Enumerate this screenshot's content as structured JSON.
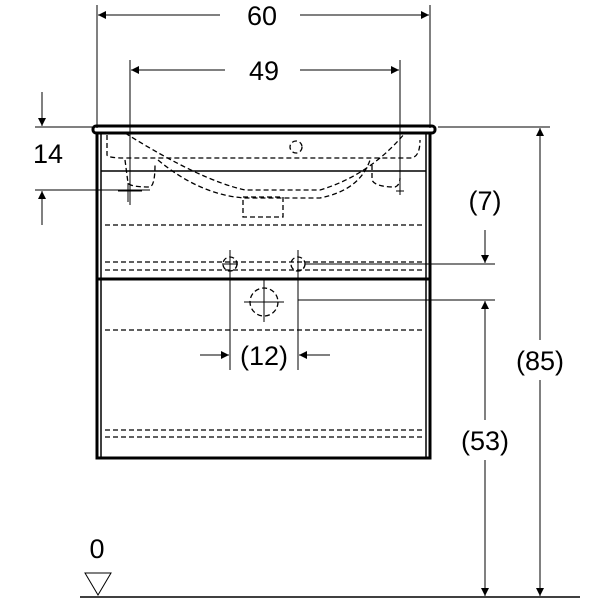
{
  "dimensions": {
    "overall_width": "60",
    "tap_spacing": "49",
    "basin_height": "14",
    "drain_offset": "(7)",
    "drain_spacing": "(12)",
    "total_height": "(85)",
    "drain_height": "(53)",
    "floor_level": "0"
  },
  "colors": {
    "line": "#000000",
    "background": "#ffffff"
  }
}
